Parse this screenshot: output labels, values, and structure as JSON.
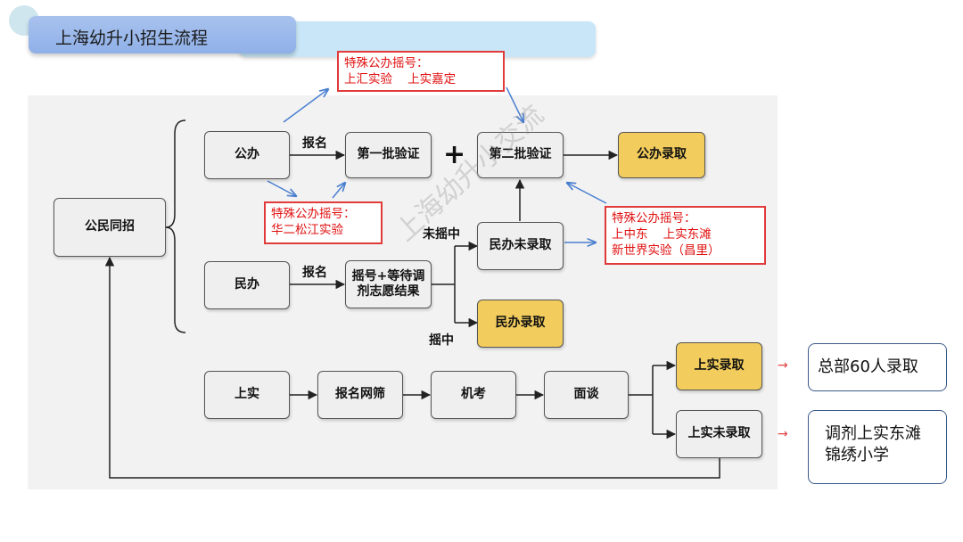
{
  "title": "上海幼升小招生流程",
  "nodes": {
    "citizen": "公民同招",
    "public": "公办",
    "private": "民办",
    "batch1": "第一批验证",
    "plus": "+",
    "batch2": "第二批验证",
    "public_admit": "公办录取",
    "lottery_line1": "摇号+等待调",
    "lottery_line2": "剂志愿结果",
    "private_not_admit": "民办未录取",
    "private_admit": "民办录取",
    "shangshi": "上实",
    "signup_screen": "报名网筛",
    "machine_test": "机考",
    "interview": "面谈",
    "shangshi_admit": "上实录取",
    "shangshi_not_admit": "上实未录取"
  },
  "edges": {
    "signup_public": "报名",
    "signup_private": "报名",
    "not_drawn": "未摇中",
    "drawn": "摇中"
  },
  "callouts": {
    "top": [
      "特殊公办摇号：",
      "上汇实验    上实嘉定"
    ],
    "left": [
      "特殊公办摇号：",
      "华二松江实验"
    ],
    "right": [
      "特殊公办摇号：",
      "上中东    上实东滩",
      "新世界实验（昌里）"
    ]
  },
  "results": {
    "hq": "总部60人录取",
    "transfer": [
      "调剂上实东滩",
      "锦绣小学"
    ]
  },
  "watermark": "上海幼升小交流",
  "colors": {
    "accent_gold": "#f2cc5c",
    "callout_red": "#e01010",
    "arrow_blue": "#4a7fd0"
  }
}
